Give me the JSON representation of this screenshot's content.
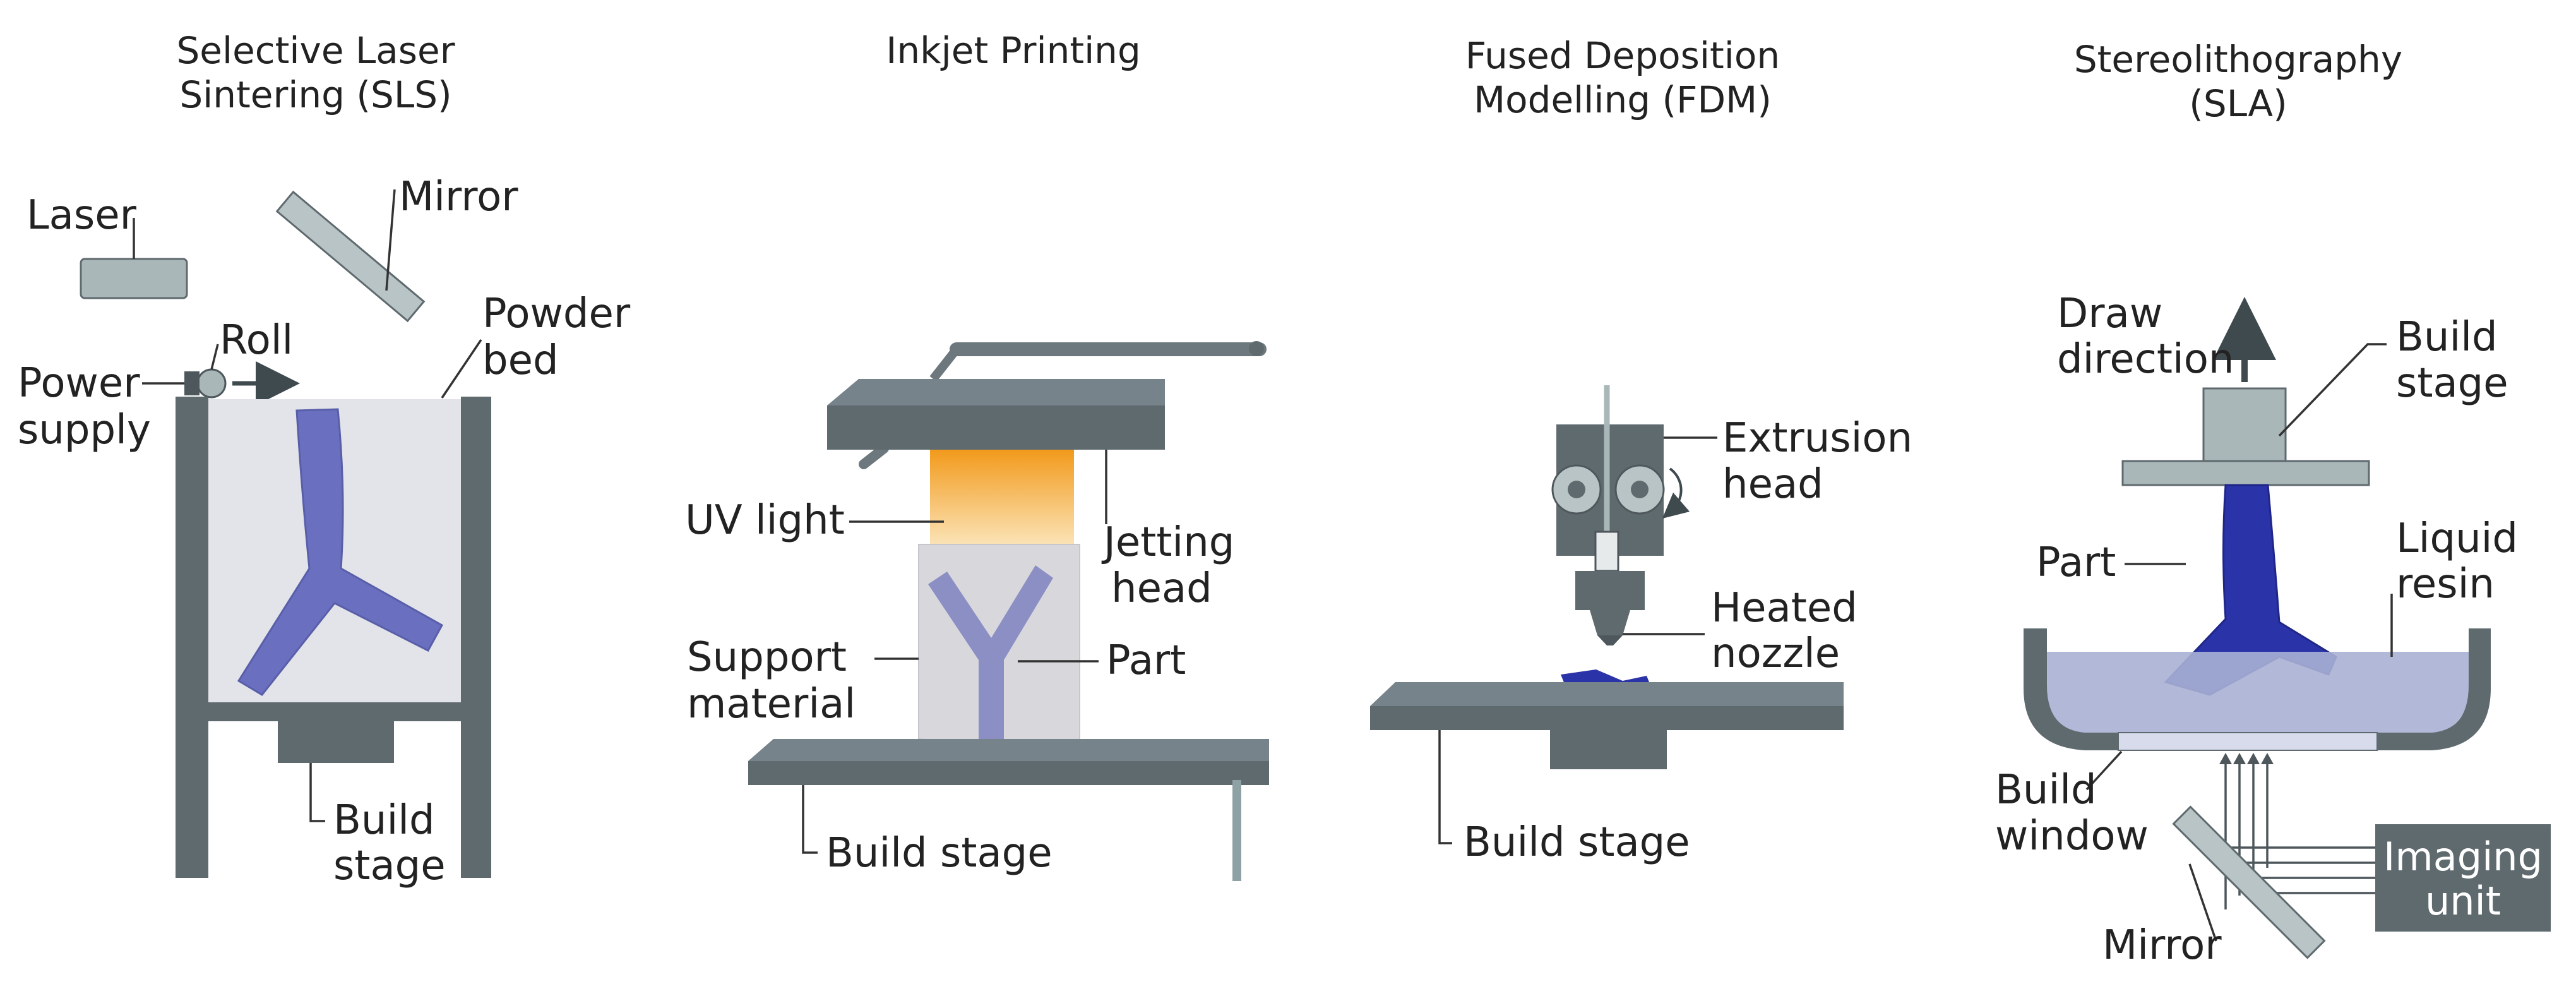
{
  "colors": {
    "machine": "#5f6a6f",
    "machine_dark": "#4d575c",
    "light_gray": "#a9b7b9",
    "powder": "#e3e3ea",
    "part_blue": "#6a6fc0",
    "part_blue_dark": "#2a33a8",
    "uv_orange": "#f3a830",
    "support": "#d8d8dc",
    "resin": "#a8b0d4",
    "window": "#d7dbec"
  },
  "panels": [
    {
      "title": [
        "Selective Laser",
        "Sintering (SLS)"
      ],
      "labels": {
        "laser": "Laser",
        "mirror": "Mirror",
        "roll": "Roll",
        "powder_bed": [
          "Powder",
          "bed"
        ],
        "power_supply": [
          "Power",
          "supply"
        ],
        "build_stage": [
          "Build",
          "stage"
        ]
      }
    },
    {
      "title": [
        "Inkjet Printing"
      ],
      "labels": {
        "uv_light": "UV light",
        "jetting_head": [
          "Jetting",
          "head"
        ],
        "support_material": [
          "Support",
          "material"
        ],
        "part": "Part",
        "build_stage": [
          "Build stage"
        ]
      }
    },
    {
      "title": [
        "Fused Deposition",
        "Modelling (FDM)"
      ],
      "labels": {
        "extrusion_head": [
          "Extrusion",
          "head"
        ],
        "heated_nozzle": [
          "Heated",
          "nozzle"
        ],
        "build_stage": [
          "Build stage"
        ]
      }
    },
    {
      "title": [
        "Stereolithography",
        "(SLA)"
      ],
      "labels": {
        "draw_direction": [
          "Draw",
          "direction"
        ],
        "build_stage": [
          "Build",
          "stage"
        ],
        "part": "Part",
        "liquid_resin": [
          "Liquid",
          "resin"
        ],
        "build_window": [
          "Build",
          "window"
        ],
        "mirror": "Mirror",
        "imaging_unit": [
          "Imaging",
          "unit"
        ]
      }
    }
  ]
}
